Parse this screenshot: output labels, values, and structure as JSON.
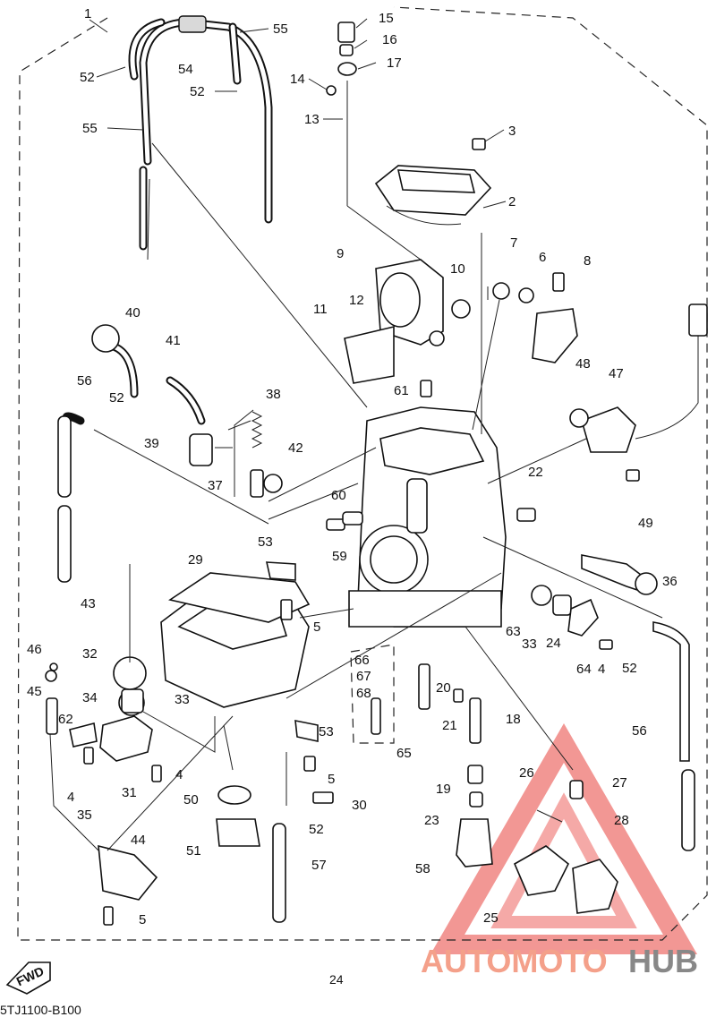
{
  "page_number": "24",
  "figure_code": "5TJ1100-B100",
  "fwd_label": "FWD",
  "watermark": {
    "part1": "AUTOMOTO",
    "part2": "HUB",
    "color1": "#f4a08a",
    "color2": "#888888",
    "triangle_color": "#e8413c"
  },
  "callouts": {
    "c1": "1",
    "c2": "2",
    "c3": "3",
    "c4a": "4",
    "c4b": "4",
    "c4c": "4",
    "c5a": "5",
    "c5b": "5",
    "c5c": "5",
    "c6": "6",
    "c7": "7",
    "c8": "8",
    "c9": "9",
    "c10": "10",
    "c11": "11",
    "c12": "12",
    "c13": "13",
    "c14": "14",
    "c15": "15",
    "c16": "16",
    "c17": "17",
    "c18": "18",
    "c19": "19",
    "c20": "20",
    "c21": "21",
    "c22": "22",
    "c23": "23",
    "c24": "24",
    "c25": "25",
    "c26": "26",
    "c27": "27",
    "c28": "28",
    "c29": "29",
    "c30": "30",
    "c31": "31",
    "c32": "32",
    "c33a": "33",
    "c33b": "33",
    "c34": "34",
    "c35": "35",
    "c36": "36",
    "c37": "37",
    "c38": "38",
    "c39": "39",
    "c40": "40",
    "c41": "41",
    "c42": "42",
    "c43": "43",
    "c44": "44",
    "c45": "45",
    "c46": "46",
    "c47": "47",
    "c48": "48",
    "c49": "49",
    "c50": "50",
    "c51": "51",
    "c52a": "52",
    "c52b": "52",
    "c52c": "52",
    "c52d": "52",
    "c52e": "52",
    "c53a": "53",
    "c53b": "53",
    "c54": "54",
    "c55a": "55",
    "c55b": "55",
    "c56a": "56",
    "c56b": "56",
    "c57": "57",
    "c58": "58",
    "c59": "59",
    "c60": "60",
    "c61": "61",
    "c62": "62",
    "c63": "63",
    "c64": "64",
    "c65": "65",
    "c66": "66",
    "c67": "67",
    "c68": "68"
  }
}
